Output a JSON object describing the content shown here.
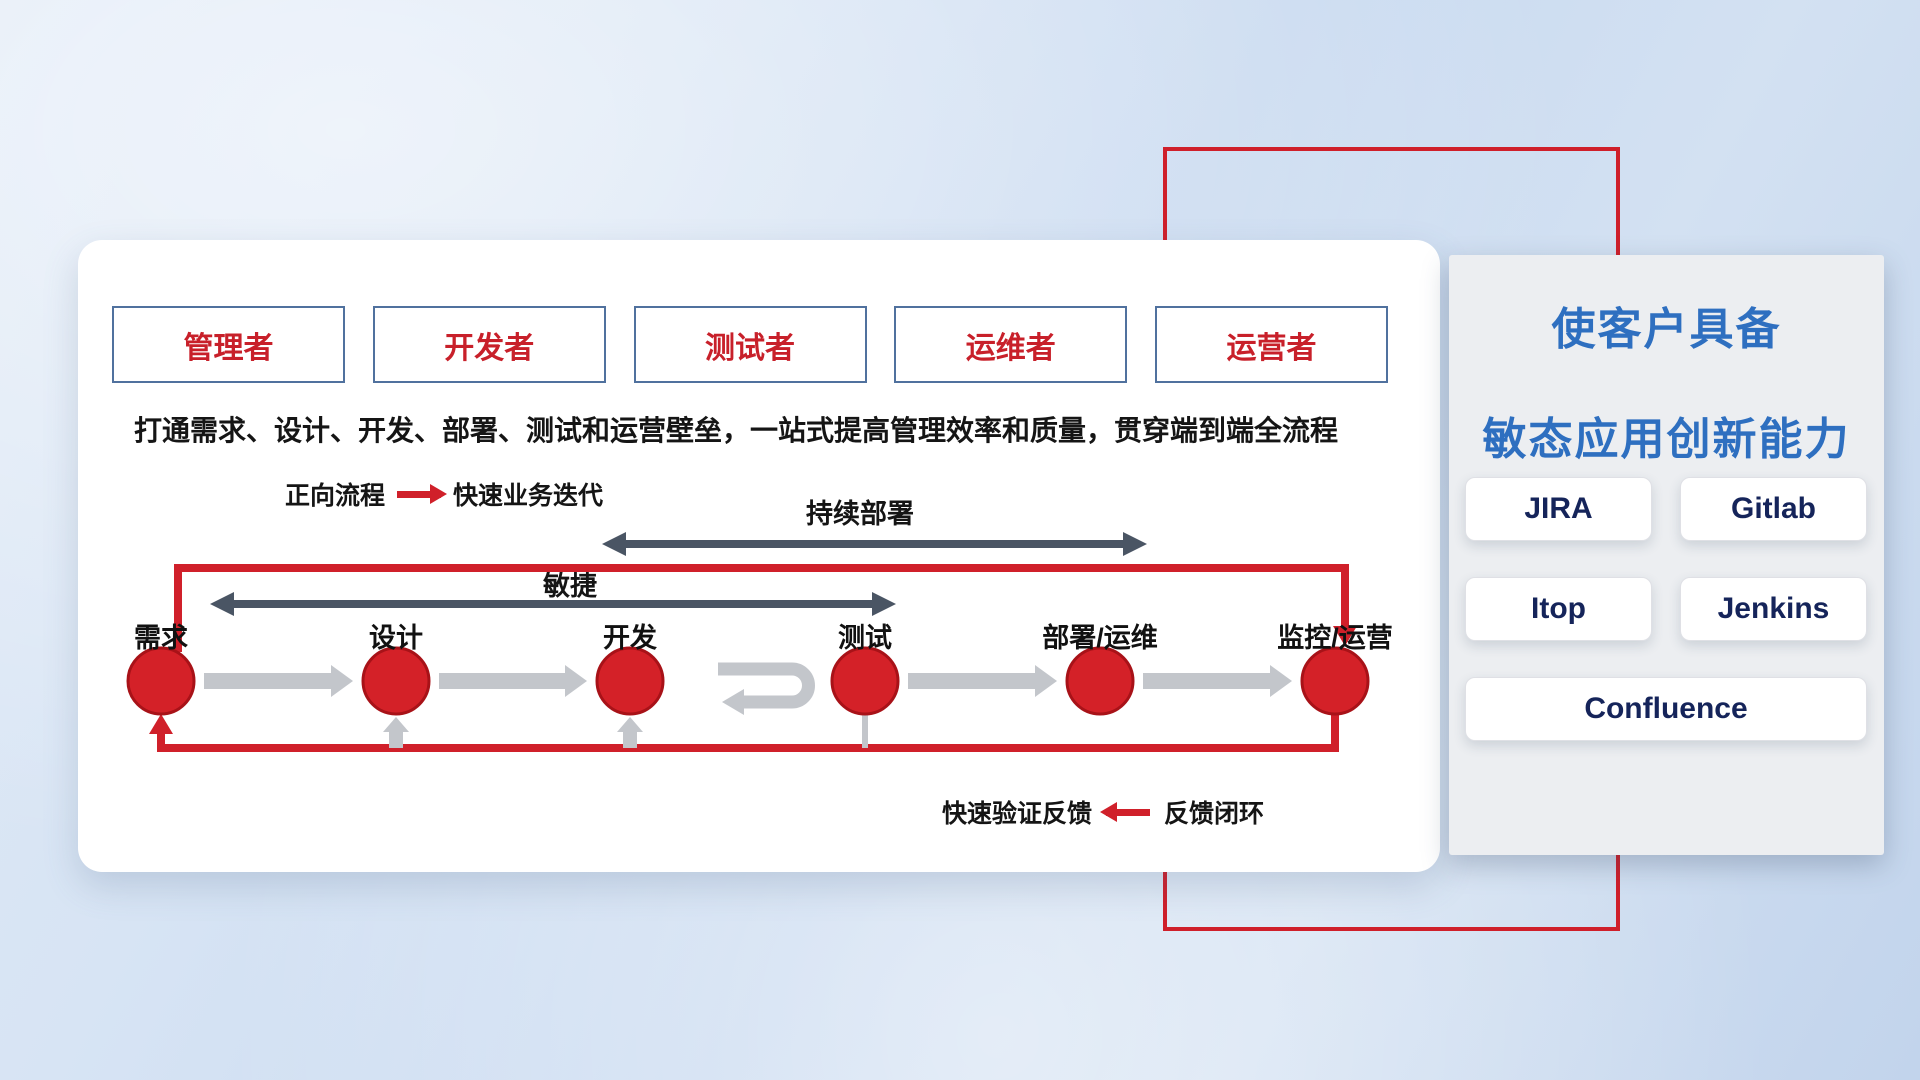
{
  "colors": {
    "accent_red": "#d0202a",
    "title_blue": "#2e6fc0",
    "dark_arrow": "#4a5564",
    "gray_arrow": "#c3c6cb",
    "role_text_red": "#c8202a"
  },
  "roles": [
    "管理者",
    "开发者",
    "测试者",
    "运维者",
    "运营者"
  ],
  "subtitle": "打通需求、设计、开发、部署、测试和运营壁垒，一站式提高管理效率和质量，贯穿端到端全流程",
  "forward_legend": {
    "label": "正向流程",
    "value": "快速业务迭代"
  },
  "feedback_legend": {
    "label": "快速验证反馈",
    "value": "反馈闭环"
  },
  "flow": {
    "continuous_deployment_label": "持续部署",
    "agile_label": "敏捷",
    "stages": [
      "需求",
      "设计",
      "开发",
      "测试",
      "部署/运维",
      "监控/运营"
    ]
  },
  "right_panel": {
    "title_line1": "使客户具备",
    "title_line2": "敏态应用创新能力",
    "tools": [
      "JIRA",
      "Gitlab",
      "Itop",
      "Jenkins",
      "Confluence"
    ]
  }
}
